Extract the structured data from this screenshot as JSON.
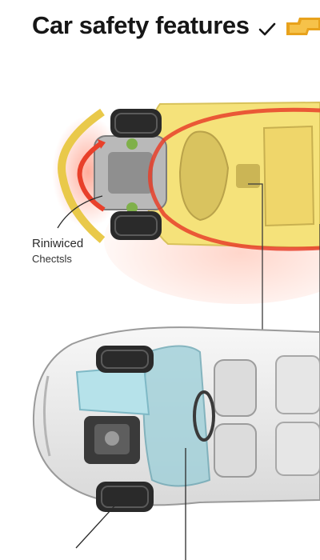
{
  "header": {
    "title": "Car safety features",
    "check_icon": "check-icon",
    "logo_icon": "bowtie-logo"
  },
  "callouts": [
    {
      "id": "front-label",
      "line1": "Riniwiced",
      "line2": "Chectsls"
    }
  ],
  "colors": {
    "title": "#161616",
    "highlight_red": "#e8402a",
    "zone_yellow": "#f5e27a",
    "glass_blue": "#9fd0d9",
    "logo_gold": "#e8a21c"
  }
}
